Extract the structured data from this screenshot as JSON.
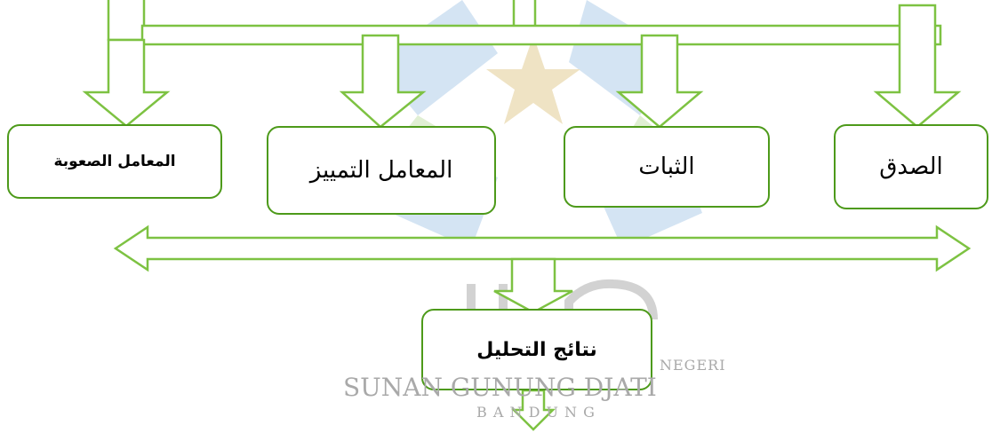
{
  "colors": {
    "connector_outline": "#7dc242",
    "box_border": "#4d9a1a",
    "text": "#000000",
    "watermark_blue": "#d4e4f3",
    "watermark_green": "#e0efd3",
    "watermark_star": "#efe3c4",
    "watermark_gray": "#d2d2d2"
  },
  "boxes": {
    "difficulty": "المعامل الصعوبة",
    "discrimination": "المعامل التمييز",
    "reliability": "الثبات",
    "validity": "الصدق",
    "results": "نتائج التحليل"
  },
  "watermark": {
    "logo_text": "uin",
    "line1": "NEGERI",
    "line2": "SUNAN GUNUNG DJATI",
    "line3": "B A N D U N G"
  }
}
